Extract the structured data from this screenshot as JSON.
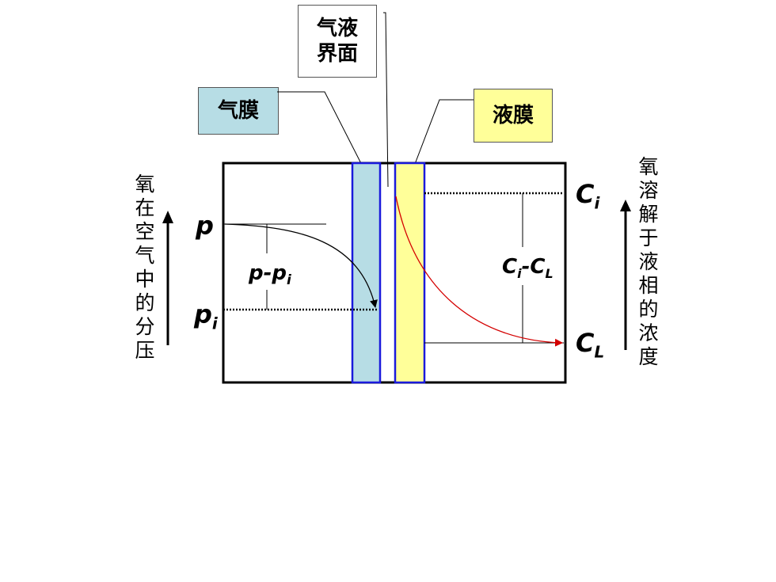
{
  "labels": {
    "interface": [
      "气液",
      "界面"
    ],
    "gas_film": "气膜",
    "liquid_film": "液膜",
    "left_axis": "氧在空气中的分压",
    "right_axis": "氧溶解于液相的浓度",
    "p": "p",
    "p_minus_pi": {
      "base": "p-p",
      "sub": "i"
    },
    "pi": {
      "base": "p",
      "sub": "i"
    },
    "ci": {
      "base": "C",
      "sub": "i"
    },
    "ci_minus_cl": {
      "base1": "C",
      "sub1": "i",
      "mid": "-C",
      "sub2": "L"
    },
    "cl": {
      "base": "C",
      "sub": "L"
    }
  },
  "colors": {
    "gas_film": "#b7dde5",
    "liquid_film": "#ffff99",
    "film_border": "#1a1adc",
    "liquid_curve": "#d40000",
    "gas_curve": "#000000"
  }
}
